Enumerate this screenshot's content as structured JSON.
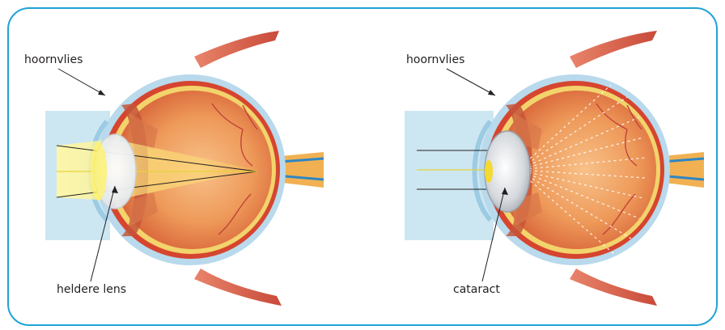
{
  "frame_color": "#1fa3d6",
  "left_diagram": {
    "cornea_label": "hoornvlies",
    "lens_label": "heldere lens"
  },
  "right_diagram": {
    "cornea_label": "hoornvlies",
    "lens_label": "cataract"
  }
}
